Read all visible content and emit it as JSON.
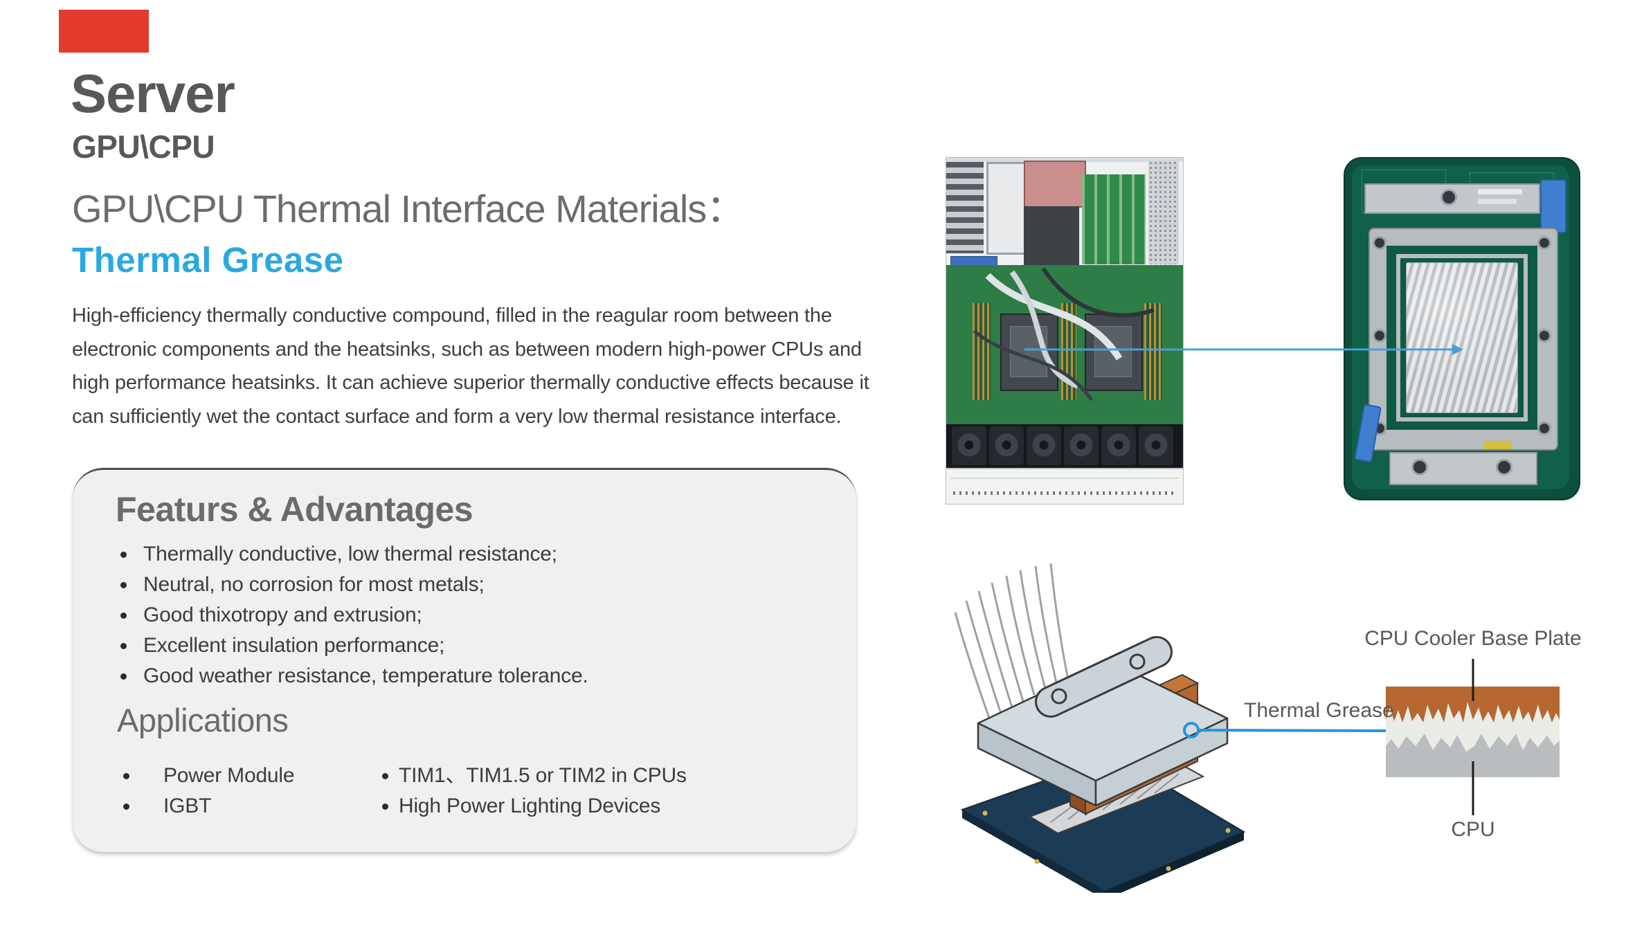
{
  "slide": {
    "title": "Server",
    "subtitle": "GPU\\CPU",
    "section_heading": "GPU\\CPU Thermal Interface Materials：",
    "product_name": "Thermal Grease",
    "description": "High-efficiency thermally conductive compound, filled in the reagular room between the electronic components and the heatsinks, such as between modern high-power CPUs and high performance heatsinks. It can achieve superior thermally conductive effects because it can sufficiently wet the contact surface and form a very low thermal resistance interface."
  },
  "features_box": {
    "title": "Featurs & Advantages",
    "bullets": [
      "Thermally conductive, low thermal resistance;",
      "Neutral, no corrosion for most metals;",
      "Good thixotropy and extrusion;",
      "Excellent insulation performance;",
      "Good weather resistance, temperature tolerance."
    ],
    "applications": {
      "title": "Applications",
      "left_items": [
        "Power Module",
        "IGBT"
      ],
      "right_items": [
        "TIM1、TIM1.5 or TIM2 in CPUs",
        "High Power Lighting Devices"
      ]
    }
  },
  "diagram": {
    "label_base_plate": "CPU Cooler Base Plate",
    "label_grease": "Thermal Grease",
    "label_cpu": "CPU"
  },
  "colors": {
    "accent_blue": "#29a9e0",
    "arrow_blue": "#2596dc",
    "corner_tag_red": "#e23b2e",
    "title_gray": "#595757",
    "copper": "#b5672f",
    "cpu_gray": "#b9bdc0",
    "grease_light": "#ebebe8",
    "box_gray": "#f0f0f0"
  }
}
